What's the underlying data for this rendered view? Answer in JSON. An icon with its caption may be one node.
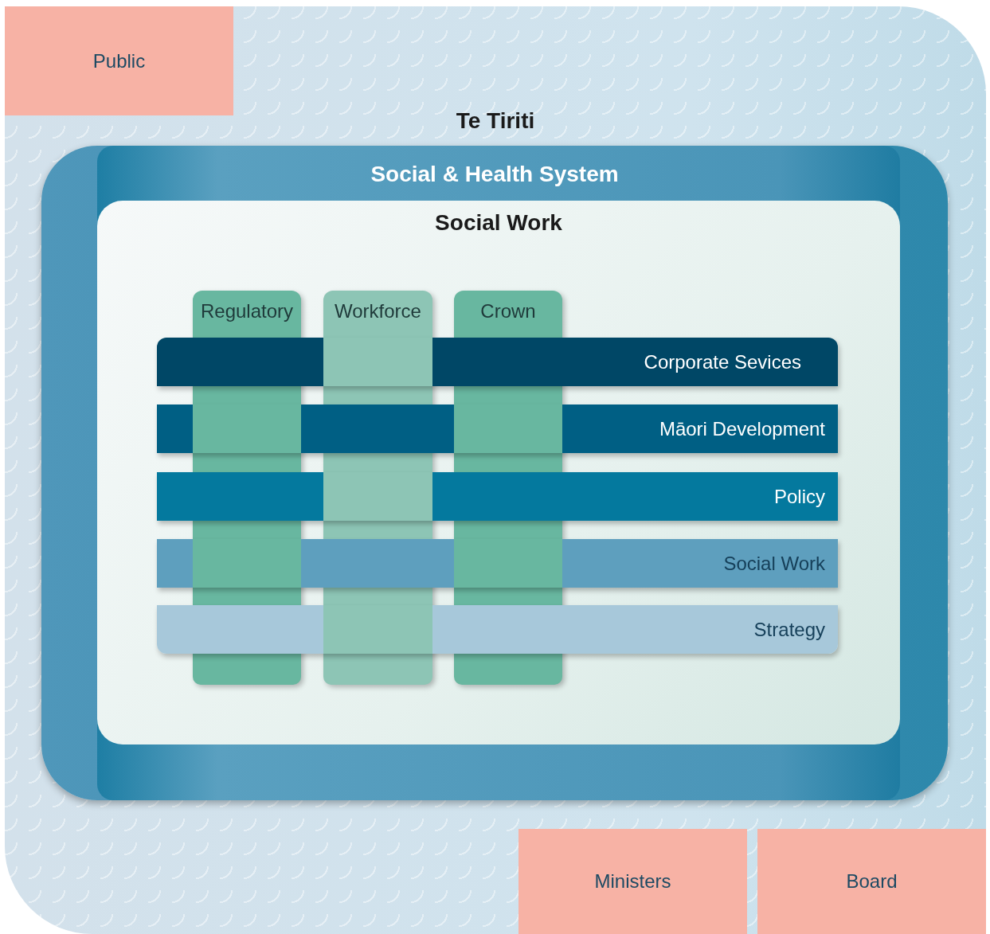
{
  "diagram": {
    "nodes": [
      {
        "text": [
          "Te Tiriti"
        ]
      },
      {
        "text": [
          "Public"
        ],
        "in": 0
      },
      {
        "text": [
          "Social & Health System"
        ],
        "in": 0
      },
      {
        "text": [
          "Social Work"
        ],
        "in": 2
      },
      {
        "text": [
          "Regulatory"
        ],
        "in": 3
      },
      {
        "text": [
          "Workforce"
        ],
        "in": 3
      },
      {
        "text": [
          "Crown"
        ],
        "in": 3
      },
      {
        "text": [
          "Corporate Sevices"
        ],
        "in": 3
      },
      {
        "text": [
          "Māori Development"
        ],
        "in": 3
      },
      {
        "text": [
          "Policy"
        ],
        "in": 3
      },
      {
        "text": [
          "Social Work"
        ],
        "in": 3
      },
      {
        "text": [
          "Strategy"
        ],
        "in": 3
      },
      {
        "text": [
          "Ministers"
        ],
        "in": 0
      },
      {
        "text": [
          "Board"
        ],
        "in": 0
      }
    ]
  }
}
